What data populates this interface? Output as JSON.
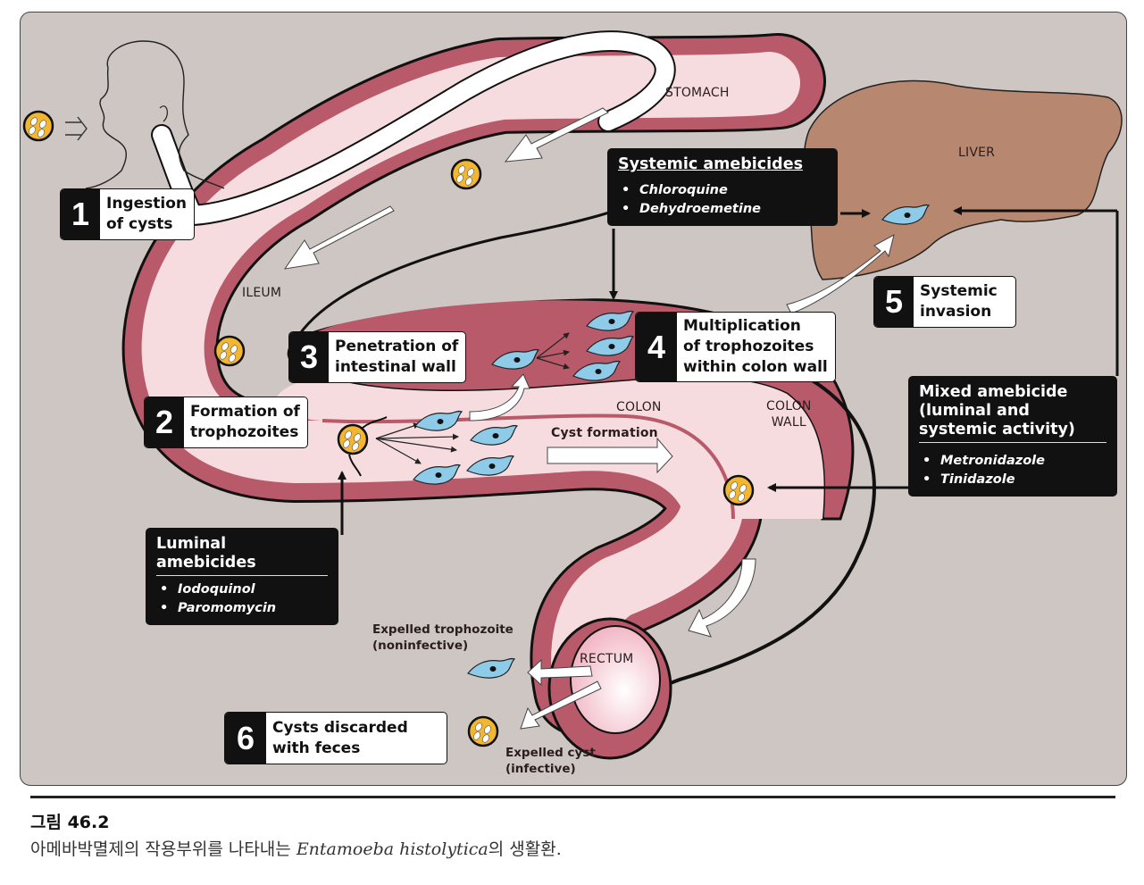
{
  "figure": {
    "labels": {
      "stomach": "STOMACH",
      "liver": "LIVER",
      "ileum": "ILEUM",
      "colon": "COLON",
      "colon_wall_1": "COLON",
      "colon_wall_2": "WALL",
      "rectum": "RECTUM",
      "cyst_formation": "Cyst formation"
    },
    "steps": [
      {
        "number": "1",
        "lines": [
          "Ingestion",
          "of cysts"
        ]
      },
      {
        "number": "2",
        "lines": [
          "Formation of",
          "trophozoites"
        ]
      },
      {
        "number": "3",
        "lines": [
          "Penetration of",
          "intestinal wall"
        ]
      },
      {
        "number": "4",
        "lines": [
          "Multiplication",
          "of trophozoites",
          "within colon wall"
        ]
      },
      {
        "number": "5",
        "lines": [
          "Systemic",
          "invasion"
        ]
      },
      {
        "number": "6",
        "lines": [
          "Cysts discarded",
          "with feces"
        ]
      }
    ],
    "drug_boxes": {
      "systemic": {
        "title": "Systemic amebicides",
        "drugs": [
          "Chloroquine",
          "Dehydroemetine"
        ]
      },
      "luminal": {
        "title_lines": [
          "Luminal",
          "amebicides"
        ],
        "drugs": [
          "Iodoquinol",
          "Paromomycin"
        ]
      },
      "mixed": {
        "title_lines": [
          "Mixed amebicide",
          "(luminal and",
          "systemic activity)"
        ],
        "drugs": [
          "Metronidazole",
          "Tinidazole"
        ]
      }
    },
    "expelled": {
      "trophozoite": [
        "Expelled trophozoite",
        "(noninfective)"
      ],
      "cyst": [
        "Expelled cyst",
        "(infective)"
      ]
    },
    "colors": {
      "background": "#cdc6c2",
      "intestine_wall": "#b85a6a",
      "intestine_lumen": "#f7dcdf",
      "liver": "#b8876f",
      "cyst": "#f2b630",
      "trophozoite": "#8ecbe8",
      "label_black": "#111111"
    }
  },
  "caption": {
    "title": "그림 46.2",
    "text_before": "아메바박멸제의 작용부위를 나타내는 ",
    "organism": "Entamoeba histolytica",
    "text_after": "의 생활환."
  }
}
